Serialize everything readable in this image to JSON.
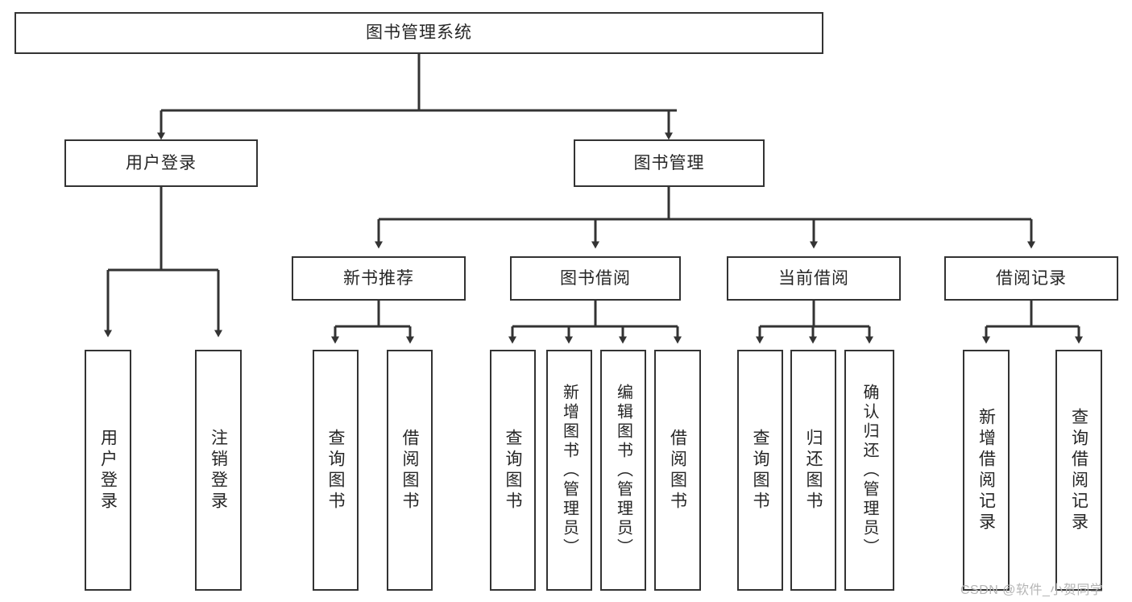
{
  "diagram": {
    "title": "图书管理系统",
    "type": "tree-hierarchy",
    "watermark": "CSDN @软件_小贺同学",
    "colors": {
      "border": "#333333",
      "background": "#ffffff",
      "text": "#262626",
      "watermark": "#b5b5b5"
    },
    "nodes": {
      "root": {
        "label": "图书管理系统"
      },
      "level2": [
        {
          "label": "用户登录"
        },
        {
          "label": "图书管理"
        }
      ],
      "level3": [
        {
          "label": "新书推荐"
        },
        {
          "label": "图书借阅"
        },
        {
          "label": "当前借阅"
        },
        {
          "label": "借阅记录"
        }
      ],
      "leaves_user_login": [
        {
          "label": "用户登录"
        },
        {
          "label": "注销登录"
        }
      ],
      "leaves_new_book": [
        {
          "label": "查询图书"
        },
        {
          "label": "借阅图书"
        }
      ],
      "leaves_borrow": [
        {
          "label": "查询图书"
        },
        {
          "label": "新增图书（管理员）"
        },
        {
          "label": "编辑图书（管理员）"
        },
        {
          "label": "借阅图书"
        }
      ],
      "leaves_current": [
        {
          "label": "查询图书"
        },
        {
          "label": "归还图书"
        },
        {
          "label": "确认归还（管理员）"
        }
      ],
      "leaves_records": [
        {
          "label": "新增借阅记录"
        },
        {
          "label": "查询借阅记录"
        }
      ]
    }
  }
}
